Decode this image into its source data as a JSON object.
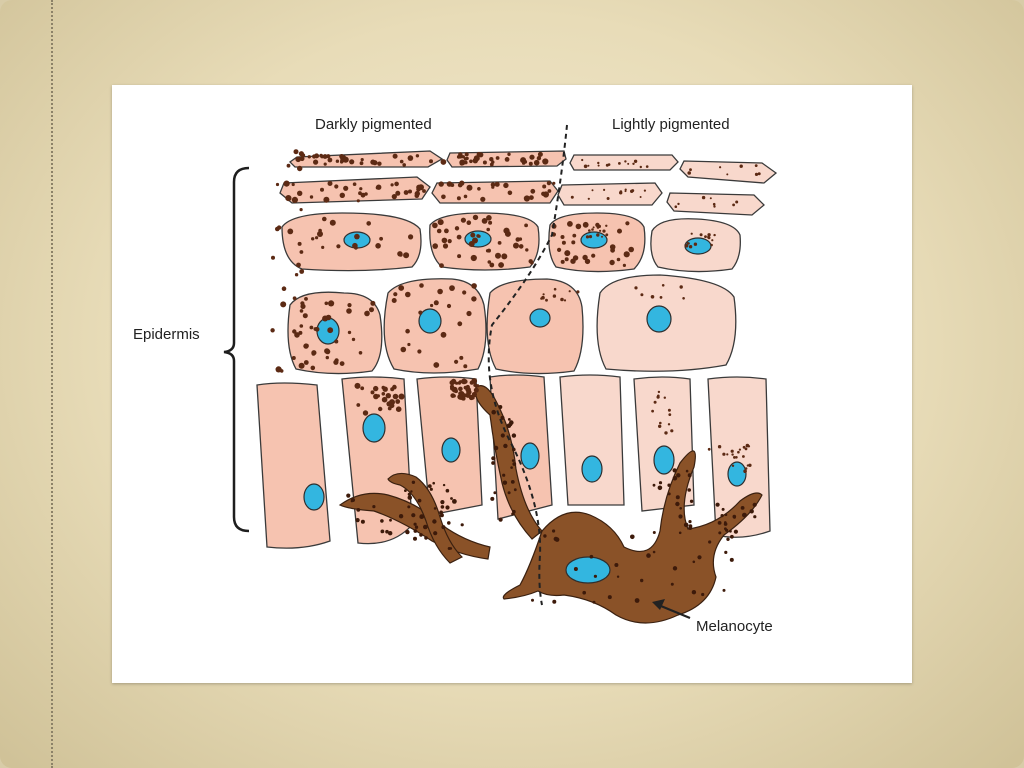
{
  "figure": {
    "labels": {
      "dark": "Darkly pigmented",
      "light": "Lightly pigmented",
      "epidermis": "Epidermis",
      "melanocyte": "Melanocyte"
    },
    "colors": {
      "slide_background": "#ece3c6",
      "panel_background": "#ffffff",
      "cell_fill": "#f6c3b0",
      "cell_fill_light": "#f8d8cc",
      "nucleus": "#33b6e0",
      "melanin": "#5c2a14",
      "melanocyte_body": "#8a5228",
      "outline": "#3a3a3a"
    },
    "icons": [
      "arrow-icon",
      "bracket-icon"
    ]
  }
}
